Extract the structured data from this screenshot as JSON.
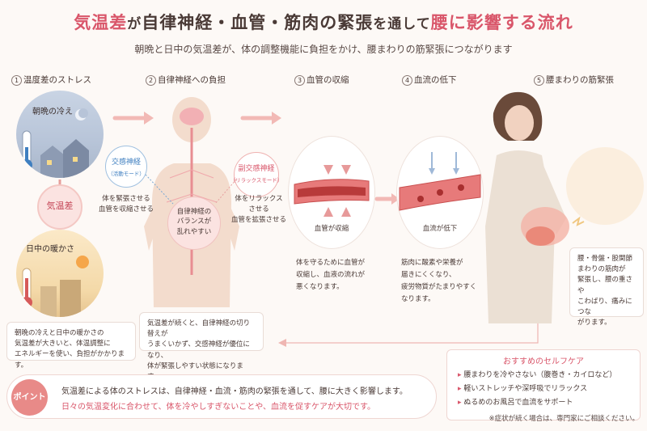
{
  "title": {
    "part1": "気温差",
    "part2": "が",
    "part3": "自律神経・血管・筋肉の緊張",
    "part4": "を通して",
    "part5": "腰に影響する流れ"
  },
  "subtitle": "朝晩と日中の気温差が、体の調整機能に負担をかけ、腰まわりの筋緊張につながります",
  "steps": [
    {
      "num": "1",
      "label": "温度差のストレス"
    },
    {
      "num": "2",
      "label": "自律神経への負担"
    },
    {
      "num": "3",
      "label": "血管の収縮"
    },
    {
      "num": "4",
      "label": "血流の低下"
    },
    {
      "num": "5",
      "label": "腰まわりの筋緊張"
    }
  ],
  "stress": {
    "morning_label": "朝晩の冷え",
    "diff_label": "気温差",
    "day_label": "日中の暖かさ",
    "desc_lines": [
      "朝晩の冷えと日中の暖かさの",
      "気温差が大きいと、体温調整に",
      "エネルギーを使い、負担がかかります。"
    ]
  },
  "nerve": {
    "sympathetic_title": "交感神経",
    "sympathetic_mode": "（活動モード）",
    "sympathetic_desc": [
      "体を緊張させる",
      "血管を収縮させる"
    ],
    "parasympathetic_title": "副交感神経",
    "parasympathetic_mode": "（リラックスモード）",
    "parasympathetic_desc": [
      "体をリラックス",
      "させる",
      "血管を拡張させる"
    ],
    "balance_lines": [
      "自律神経の",
      "バランスが",
      "乱れやすい"
    ],
    "desc_lines": [
      "気温差が続くと、自律神経の切り替えが",
      "うまくいかず、交感神経が優位になり、",
      "体が緊張しやすい状態になります。"
    ]
  },
  "vessel": {
    "caption": "血管が収縮",
    "desc_lines": [
      "体を守るために血管が",
      "収縮し、血液の流れが",
      "悪くなります。"
    ]
  },
  "blood": {
    "caption": "血流が低下",
    "desc_lines": [
      "筋肉に酸素や栄養が",
      "届きにくくなり、",
      "疲労物質がたまりやすく",
      "なります。"
    ]
  },
  "muscle": {
    "desc_lines": [
      "腰・骨盤・股関節",
      "まわりの筋肉が",
      "緊張し、腰の重さや",
      "こわばり、痛みにつな",
      "がります。"
    ]
  },
  "point": {
    "badge": "ポイント",
    "line1": "気温差による体のストレスは、自律神経・血流・筋肉の緊張を通して、腰に大きく影響します。",
    "line2": "日々の気温変化に合わせて、体を冷やしすぎないことや、血流を促すケアが大切です。"
  },
  "care": {
    "title": "おすすめのセルフケア",
    "items": [
      "腰まわりを冷やさない（腹巻き・カイロなど）",
      "軽いストレッチや深呼吸でリラックス",
      "ぬるめのお風呂で血流をサポート"
    ],
    "note": "※症状が続く場合は、専門家にご相談ください。"
  },
  "colors": {
    "accent": "#d9566a",
    "sympathetic": "#3f7fc0",
    "parasympathetic": "#d9566a",
    "vessel": "#d65a5a"
  }
}
